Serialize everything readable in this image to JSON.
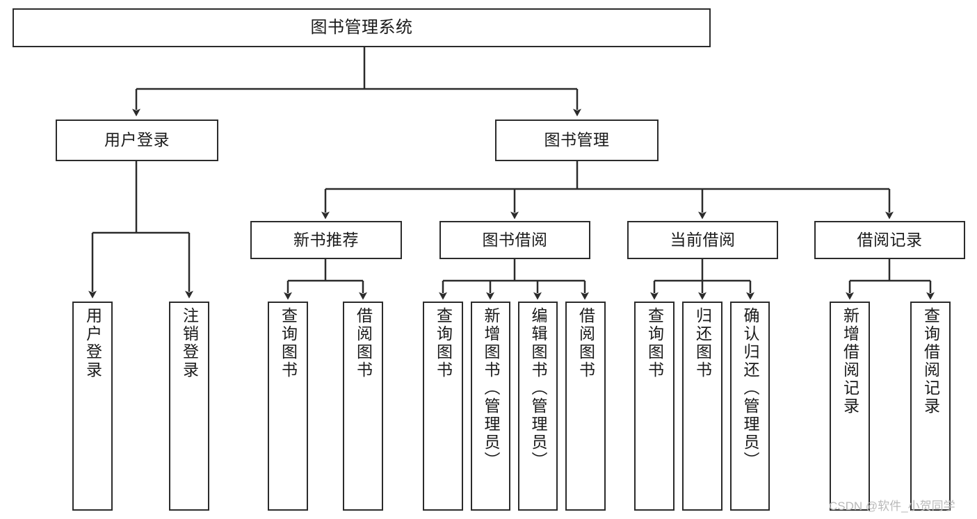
{
  "diagram": {
    "type": "tree",
    "title": "图书管理系统",
    "background_color": "#ffffff",
    "line_color": "#2b2b2b",
    "text_color": "#1a1a1a"
  },
  "nodes": {
    "root": {
      "label": "图书管理系统"
    },
    "level2": [
      {
        "label": "用户登录"
      },
      {
        "label": "图书管理"
      }
    ],
    "level3": [
      {
        "label": "新书推荐"
      },
      {
        "label": "图书借阅"
      },
      {
        "label": "当前借阅"
      },
      {
        "label": "借阅记录"
      }
    ],
    "leaves_login": [
      {
        "label": "用户登录"
      },
      {
        "label": "注销登录"
      }
    ],
    "leaves_newbook": [
      {
        "label": "查询图书"
      },
      {
        "label": "借阅图书"
      }
    ],
    "leaves_borrow": [
      {
        "label": "查询图书"
      },
      {
        "label": "新增图书（管理员）"
      },
      {
        "label": "编辑图书（管理员）"
      },
      {
        "label": "借阅图书"
      }
    ],
    "leaves_current": [
      {
        "label": "查询图书"
      },
      {
        "label": "归还图书"
      },
      {
        "label": "确认归还（管理员）"
      }
    ],
    "leaves_record": [
      {
        "label": "新增借阅记录"
      },
      {
        "label": "查询借阅记录"
      }
    ]
  },
  "watermark": {
    "text": "CSDN @软件_小贺同学"
  }
}
